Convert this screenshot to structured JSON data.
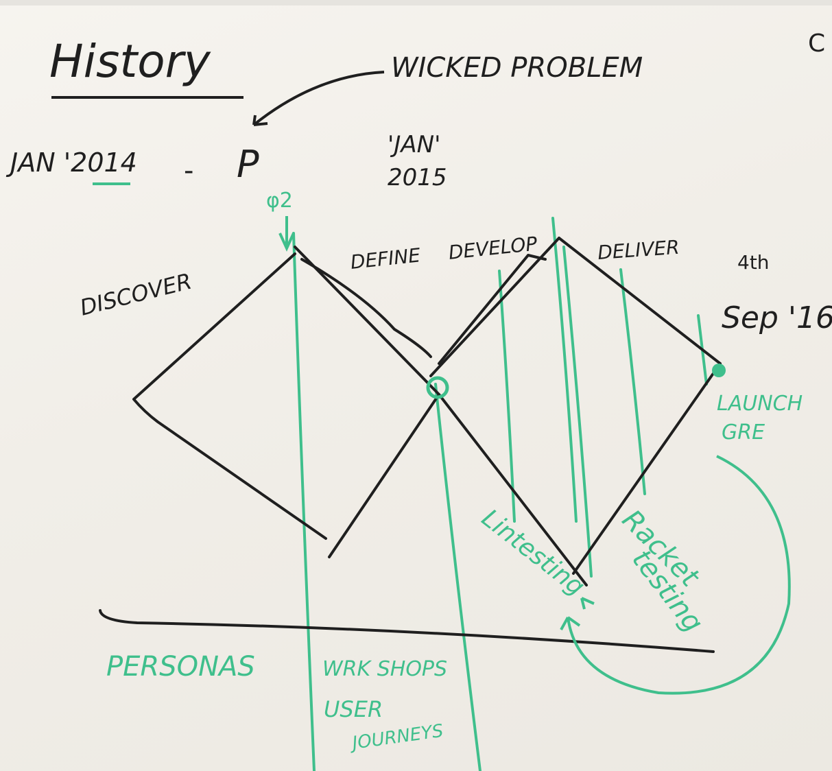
{
  "flipchart": {
    "title": "History",
    "top_right_mark": "C",
    "annotation_problem": "WICKED PROBLEM",
    "start_date": "JAN '2014",
    "dash": "-",
    "phase_letter": "P",
    "mid_date_line1": "'JAN'",
    "mid_date_line2": "2015",
    "marker_top": "φ2",
    "phase_labels": {
      "discover": "DISCOVER",
      "define": "DEFINE",
      "develop": "DEVELOP",
      "deliver": "DELIVER"
    },
    "end_date_line1": "4th",
    "end_date_line2": "Sep '16",
    "launch_line1": "LAUNCH",
    "launch_line2": "GRE",
    "lintesting": "Lintesting",
    "racket_line1": "Racket",
    "racket_line2": "testing",
    "personas": "PERSONAS",
    "workshops": "WRK SHOPS",
    "user_line": "USER",
    "journeys_line": "JOURNEYS"
  },
  "colors": {
    "paper": "#f3f0ea",
    "black_ink": "#1f1f1f",
    "green_ink": "#3fbf8c"
  }
}
